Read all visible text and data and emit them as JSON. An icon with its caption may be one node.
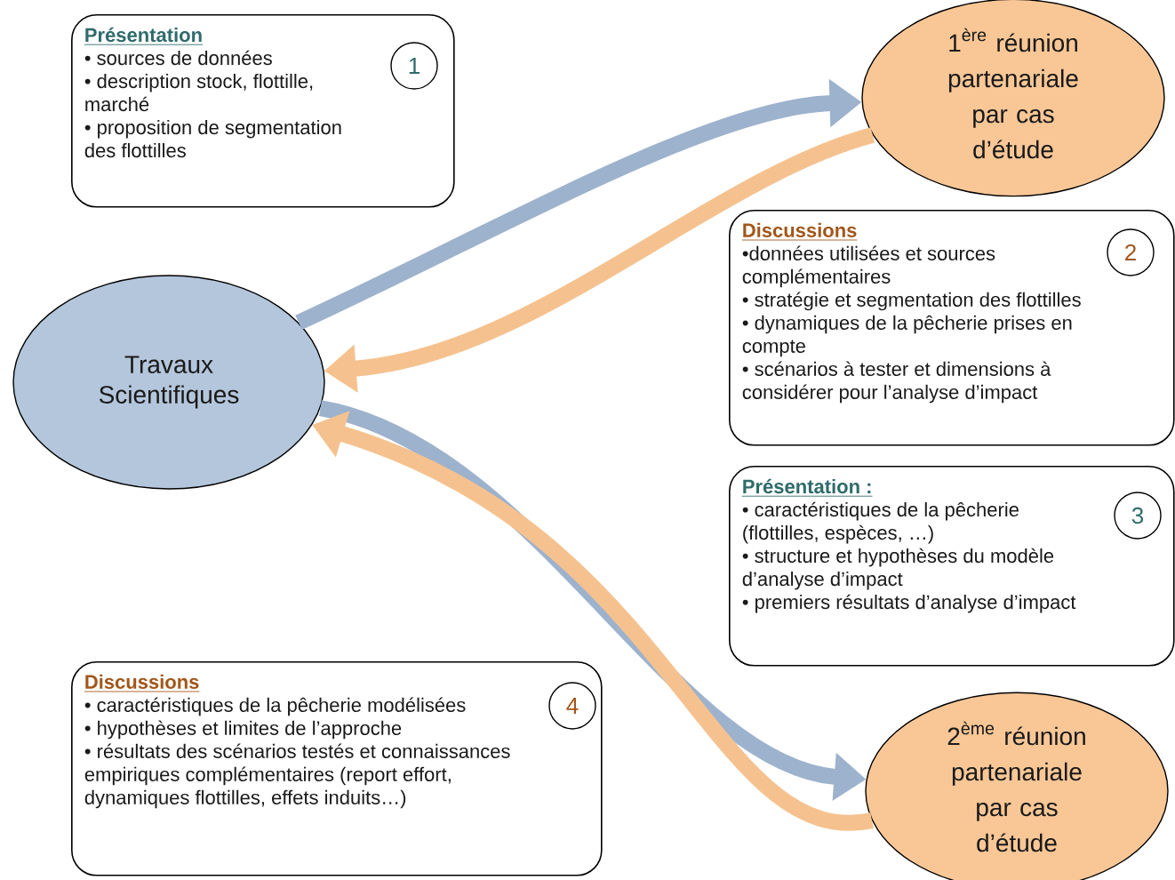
{
  "diagram": {
    "nodes": [
      {
        "text": [
          "Présentation",
          "• sources de données",
          "• description stock, flottille, marché",
          "• proposition de segmentation des flottilles"
        ]
      },
      {
        "text": [
          "1"
        ],
        "in": 0
      },
      {
        "text": [
          "\\begin{gathered}\\text{1}^{\\text{ère}}\\text{ réunion}\\\\ \\text{partenariale}\\\\ \\text{par cas}\\\\ \\text{d’étude}\\end{gathered}"
        ]
      },
      {
        "text": [
          "Discussions",
          "•données utilisées et sources complémentaires",
          "• stratégie et segmentation des flottilles",
          "• dynamiques de la pêcherie prises en compte",
          "• scénarios à tester et dimensions à considérer pour l’analyse d’impact"
        ]
      },
      {
        "text": [
          "2"
        ],
        "in": 3
      },
      {
        "text": [
          "Travaux Scientifiques"
        ]
      },
      {
        "text": [
          "Présentation :",
          "• caractéristiques de la pêcherie (flottilles, espèces, …)",
          "• structure et hypothèses du modèle d’analyse d’impact",
          "• premiers résultats d’analyse d’impact"
        ]
      },
      {
        "text": [
          "3"
        ],
        "in": 6
      },
      {
        "text": [
          "Discussions",
          "• caractéristiques de la pêcherie modélisées",
          "• hypothèses et limites de l’approche",
          "• résultats des scénarios testés et connaissances empiriques complémentaires (report effort, dynamiques flottilles, effets induits…)"
        ]
      },
      {
        "text": [
          "4"
        ],
        "in": 8
      },
      {
        "text": [
          "\\begin{gathered}\\text{2}^{\\text{ème}}\\text{ réunion}\\\\ \\text{partenariale}\\\\ \\text{par cas}\\\\ \\text{d’étude}\\end{gathered}"
        ]
      }
    ],
    "edges": [
      {
        "from": 5,
        "to": 2,
        "arrow": "to",
        "color": "#9db2cc"
      },
      {
        "from": 2,
        "to": 5,
        "arrow": "to",
        "color": "#f5c28f"
      },
      {
        "from": 5,
        "to": 10,
        "arrow": "to",
        "color": "#9db2cc"
      },
      {
        "from": 10,
        "to": 5,
        "arrow": "to",
        "color": "#f5c28f"
      }
    ]
  }
}
